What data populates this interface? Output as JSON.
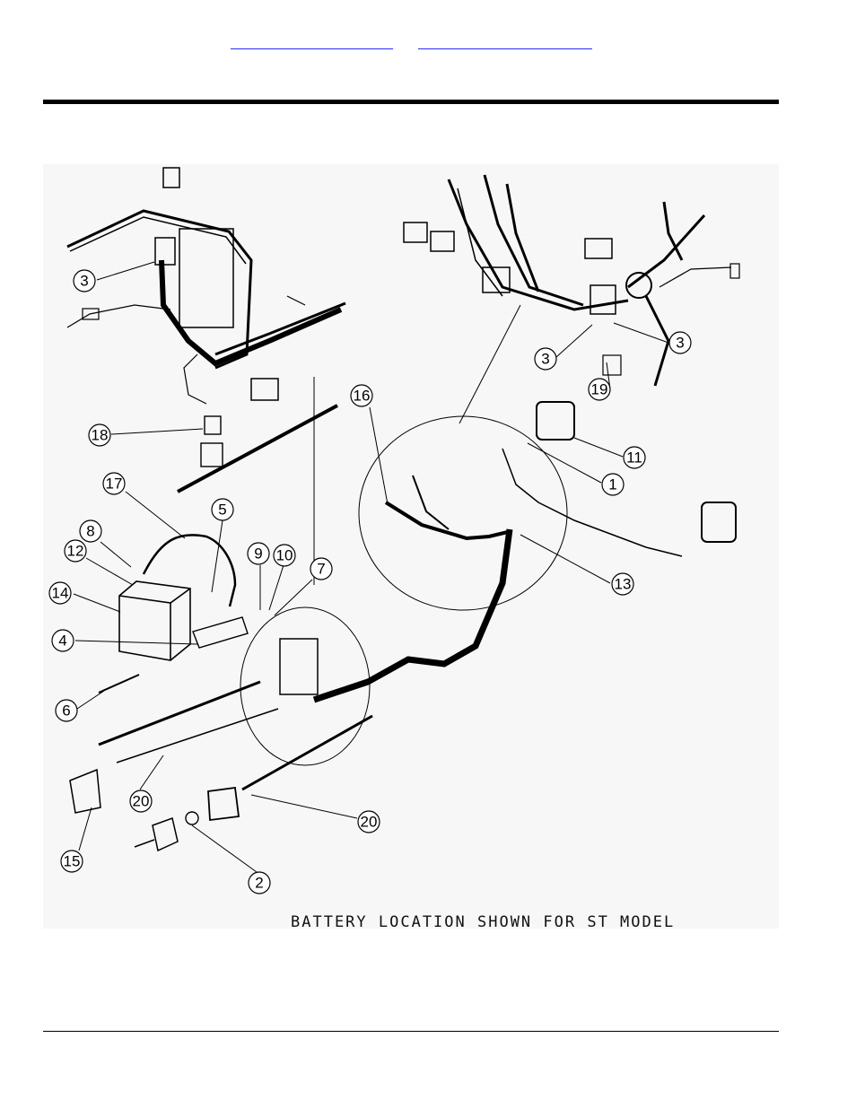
{
  "header": {
    "links": [
      "",
      ""
    ]
  },
  "diagram": {
    "caption": "BATTERY LOCATION SHOWN FOR ST MODEL",
    "callouts": [
      "3",
      "3",
      "3",
      "1",
      "2",
      "4",
      "5",
      "6",
      "7",
      "8",
      "9",
      "10",
      "11",
      "12",
      "13",
      "14",
      "15",
      "16",
      "17",
      "18",
      "19",
      "20",
      "20"
    ]
  }
}
